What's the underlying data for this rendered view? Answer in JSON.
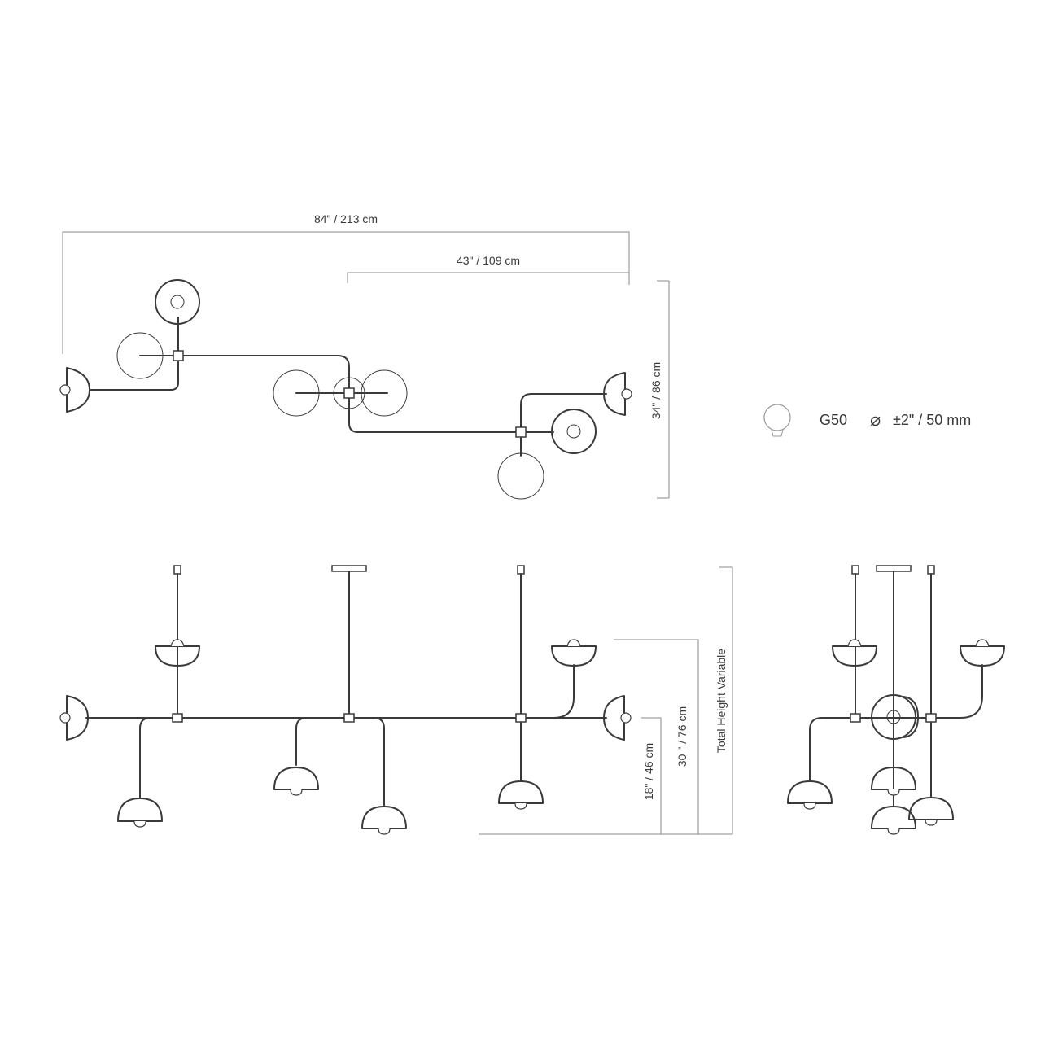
{
  "dimensions": {
    "overall_width": "84\" / 213 cm",
    "half_width": "43\" / 109 cm",
    "depth": "34\" / 86 cm",
    "drop_low": "18\" / 46 cm",
    "drop_mid": "30 \" / 76 cm",
    "total_height": "Total Height Variable"
  },
  "bulb_spec": {
    "type": "G50",
    "diameter_symbol": "⌀",
    "diameter": "±2\" / 50 mm"
  },
  "colors": {
    "line": "#3a3a3a",
    "dimension_line": "#8a8a8a"
  }
}
